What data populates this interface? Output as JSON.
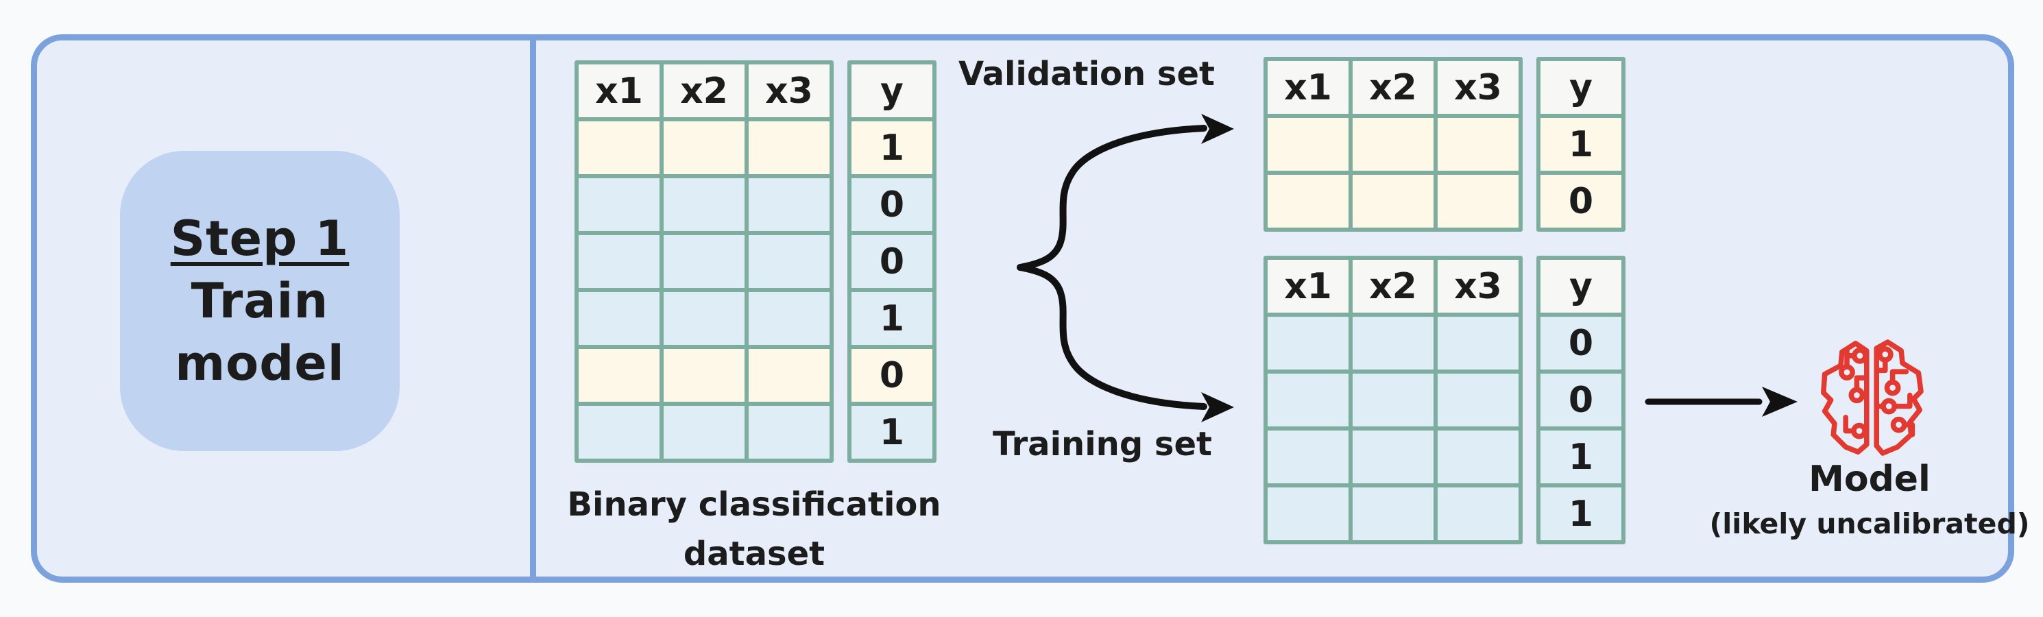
{
  "step": {
    "title": "Step 1",
    "lines": [
      "Train",
      "model"
    ]
  },
  "dataset": {
    "columns": [
      "x1",
      "x2",
      "x3"
    ],
    "y_column": "y",
    "rows": [
      {
        "y": "1",
        "subset": "validation"
      },
      {
        "y": "0",
        "subset": "training"
      },
      {
        "y": "0",
        "subset": "training"
      },
      {
        "y": "1",
        "subset": "training"
      },
      {
        "y": "0",
        "subset": "validation"
      },
      {
        "y": "1",
        "subset": "training"
      }
    ],
    "caption_line1": "Binary classification",
    "caption_line2": "dataset"
  },
  "split": {
    "validation_label": "Validation set",
    "training_label": "Training set"
  },
  "validation_table": {
    "columns": [
      "x1",
      "x2",
      "x3"
    ],
    "y_column": "y",
    "rows": [
      {
        "y": "1",
        "subset": "validation"
      },
      {
        "y": "0",
        "subset": "validation"
      }
    ]
  },
  "training_table": {
    "columns": [
      "x1",
      "x2",
      "x3"
    ],
    "y_column": "y",
    "rows": [
      {
        "y": "0",
        "subset": "training"
      },
      {
        "y": "0",
        "subset": "training"
      },
      {
        "y": "1",
        "subset": "training"
      },
      {
        "y": "1",
        "subset": "training"
      }
    ]
  },
  "model": {
    "label": "Model",
    "sublabel": "(likely uncalibrated)",
    "icon": "brain-circuit-icon"
  },
  "colors": {
    "page_background": "#f8fafc",
    "panel_fill": "#e8eef9",
    "panel_border": "#7ba2dd",
    "step_badge_fill": "#c0d3f0",
    "table_border": "#7cad9f",
    "header_cell": "#f7f7f5",
    "validation_row": "#fdf8e8",
    "training_row": "#deedf6",
    "model_icon": "#e23a31",
    "arrow": "#111111",
    "text": "#1c1c1c"
  }
}
